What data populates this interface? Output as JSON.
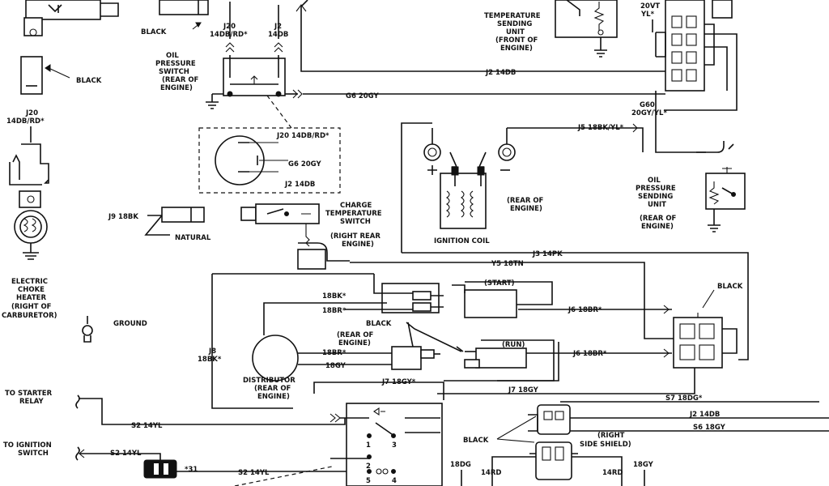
{
  "labels": {
    "black_top": "BLACK",
    "j20_top": "J20",
    "j20_top_wire": "14DB/RD*",
    "j2_top": "J2",
    "j2_top_wire": "14DB",
    "oil_pressure_switch": [
      "OIL",
      "PRESSURE",
      "SWITCH",
      "(REAR OF",
      "ENGINE)"
    ],
    "temp_sending_unit": [
      "TEMPERATURE",
      "SENDING",
      "UNIT",
      "(FRONT OF",
      "ENGINE)"
    ],
    "v20_top": "20VT",
    "v20_top_2": "YL*",
    "j2_14db_mid": "J2 14DB",
    "g6_20gy": "G6 20GY",
    "g60": "G60",
    "g60_wire": "20GY/YL*",
    "j20_inset": "J20 14DB/RD*",
    "g6_inset": "G6 20GY",
    "j2_inset": "J2 14DB",
    "j5": "J5 18BK/YL*",
    "oil_pressure_sending": [
      "OIL",
      "PRESSURE",
      "SENDING",
      "UNIT",
      "(REAR OF",
      "ENGINE)"
    ],
    "black_left": "BLACK",
    "j20_left": "J20",
    "j20_left_wire": "14DB/RD*",
    "j9": "J9 18BK",
    "natural": "NATURAL",
    "charge_temp_switch": [
      "CHARGE",
      "TEMPERATURE",
      "SWITCH"
    ],
    "right_rear_engine": [
      "(RIGHT REAR",
      "ENGINE)"
    ],
    "coil_rear": [
      "(REAR OF",
      "ENGINE)"
    ],
    "ignition_coil": "IGNITION COIL",
    "j3": "J3 14PK",
    "y5": "Y5 18TN",
    "choke_heater": [
      "ELECTRIC",
      "CHOKE",
      "HEATER",
      "(RIGHT OF",
      "CARBURETOR)"
    ],
    "ground": "GROUND",
    "start": "(START)",
    "w18bk": "18BK*",
    "w18br": "18BR*",
    "black_mid": "BLACK",
    "rear_engine_mid": [
      "(REAR OF",
      "ENGINE)"
    ],
    "w18br_2": "18BR*",
    "w18gy": "18GY",
    "run": "(RUN)",
    "j6_top": "J6 18BR*",
    "j6_bot": "J6 18BR*",
    "black_right": "BLACK",
    "j8": "J8",
    "j8_wire": "18BK*",
    "distributor": [
      "DISTRIBUTOR",
      "(REAR OF",
      "ENGINE)"
    ],
    "j7_top": "J7 18GY*",
    "j7_bot": "J7 18GY",
    "s7": "S7 18DG*",
    "j2_right": "J2 14DB",
    "s6": "S6 18GY",
    "to_starter": [
      "TO STARTER",
      "RELAY"
    ],
    "s2_top": "S2 14YL",
    "to_ignition": [
      "TO IGNITION",
      "SWITCH"
    ],
    "s2_mid": "S2 14YL",
    "s2_low": "S2 14YL",
    "black_bottom": "BLACK",
    "right_side_shield": [
      "(RIGHT",
      "SIDE SHIELD)"
    ],
    "sw_1": "1",
    "sw_3": "3",
    "sw_2": "2",
    "sw_5": "5",
    "sw_4": "4",
    "b18dg": "18DG",
    "b14rd_1": "14RD",
    "b14rd_2": "14RD",
    "b18gy": "18GY",
    "connector_num": "*31"
  }
}
